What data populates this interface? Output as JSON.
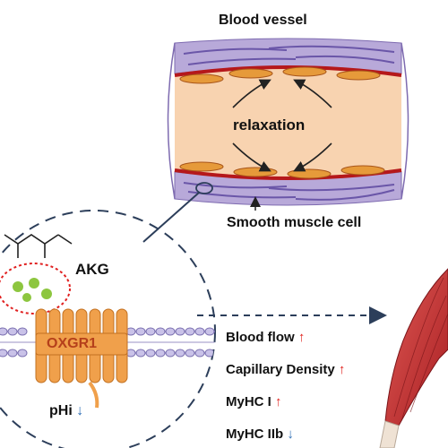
{
  "labels": {
    "vessel_title": "Blood vessel",
    "relaxation": "relaxation",
    "smooth_muscle": "Smooth muscle cell",
    "akg": "AKG",
    "receptor": "OXGR1",
    "phi": "pHi"
  },
  "effects": [
    {
      "label": "Blood flow",
      "direction": "up"
    },
    {
      "label": "Capillary Density",
      "direction": "up"
    },
    {
      "label": "MyHC I",
      "direction": "up"
    },
    {
      "label": "MyHC IIb",
      "direction": "down"
    }
  ],
  "arrows": {
    "up": "↑",
    "down": "↓"
  },
  "colors": {
    "receptor": "#f0a04b",
    "receptor_text": "#b5401b",
    "vessel_wall": "#b5181b",
    "vessel_lumen": "#f8d3b0",
    "smooth_muscle": "#9b8cc4",
    "akg_dots": "#8dc63f",
    "pocket_outline": "#e02020",
    "muscle": "#c6363a",
    "up_arrow": "#e0201b",
    "down_arrow": "#2f6fb5"
  }
}
